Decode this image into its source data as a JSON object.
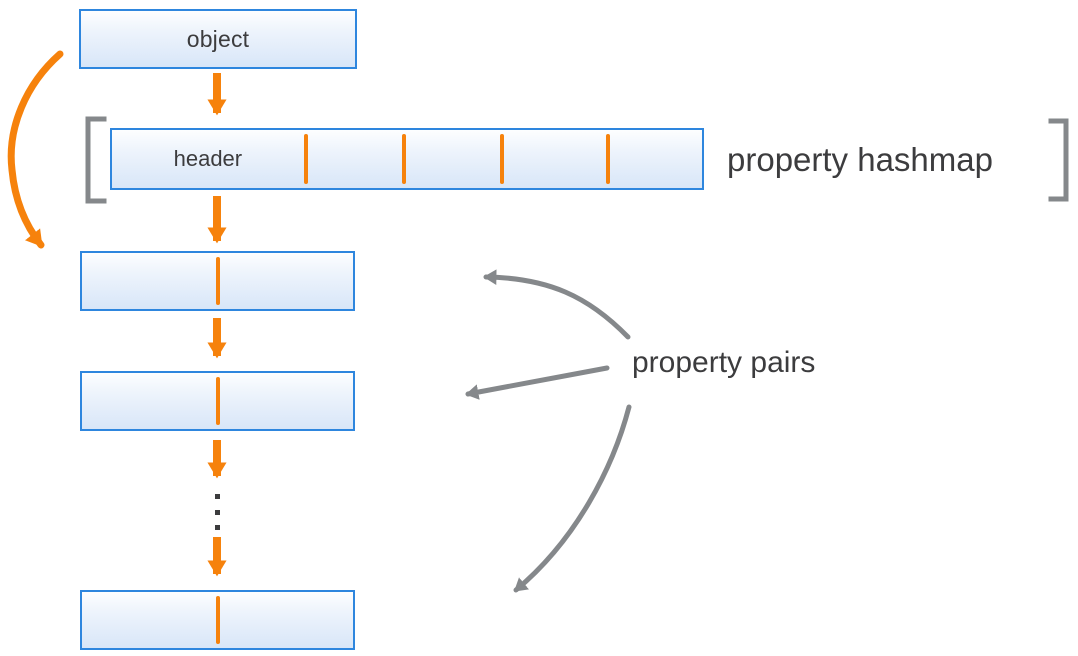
{
  "colors": {
    "accent_orange": "#f6820c",
    "box_border": "#2e86de",
    "box_fill_top": "#fdfeff",
    "box_fill_bottom": "#d8e6f8",
    "gray": "#85888b",
    "text_dark": "#3c3c3e"
  },
  "object_box": {
    "label": "object"
  },
  "hashmap": {
    "header_label": "header",
    "label": "property hashmap",
    "slot_dividers": 4
  },
  "property_pairs": {
    "label": "property pairs",
    "visible_boxes": 3,
    "ellipsis_dots": 3
  }
}
